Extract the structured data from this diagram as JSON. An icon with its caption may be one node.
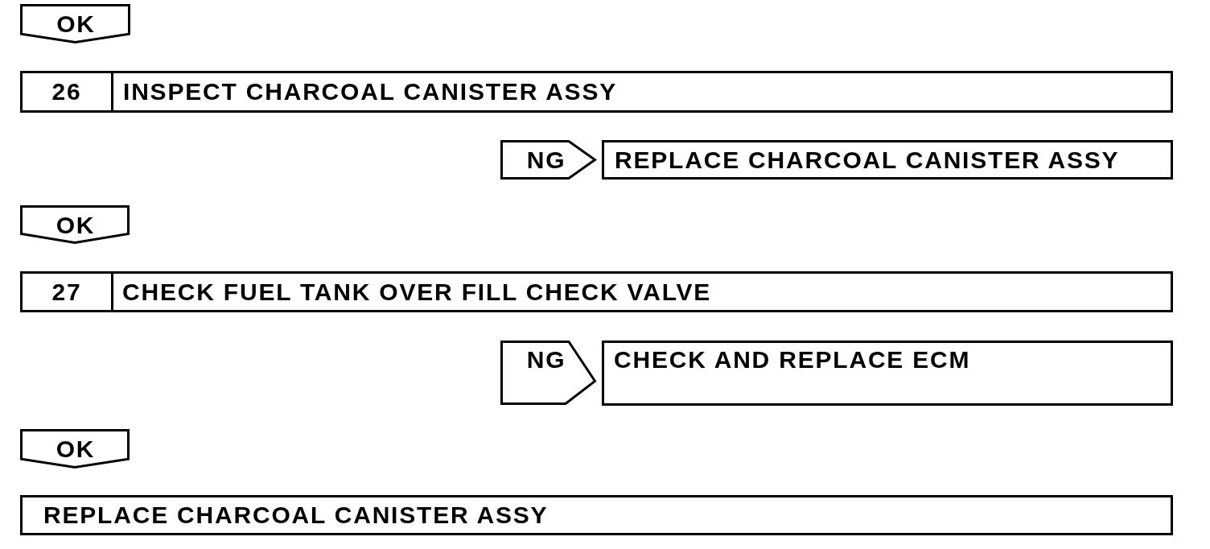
{
  "diagram": {
    "nodes": [
      {
        "text": [
          "OK"
        ]
      },
      {
        "text": [
          "26",
          "INSPECT CHARCOAL CANISTER ASSY"
        ]
      },
      {
        "text": [
          "NG"
        ]
      },
      {
        "text": [
          "REPLACE CHARCOAL CANISTER ASSY"
        ]
      },
      {
        "text": [
          "OK"
        ]
      },
      {
        "text": [
          "27",
          "CHECK FUEL TANK OVER FILL CHECK VALVE"
        ]
      },
      {
        "text": [
          "NG"
        ]
      },
      {
        "text": [
          "CHECK AND REPLACE ECM"
        ]
      },
      {
        "text": [
          "OK"
        ]
      },
      {
        "text": [
          "REPLACE CHARCOAL CANISTER ASSY"
        ]
      }
    ]
  }
}
